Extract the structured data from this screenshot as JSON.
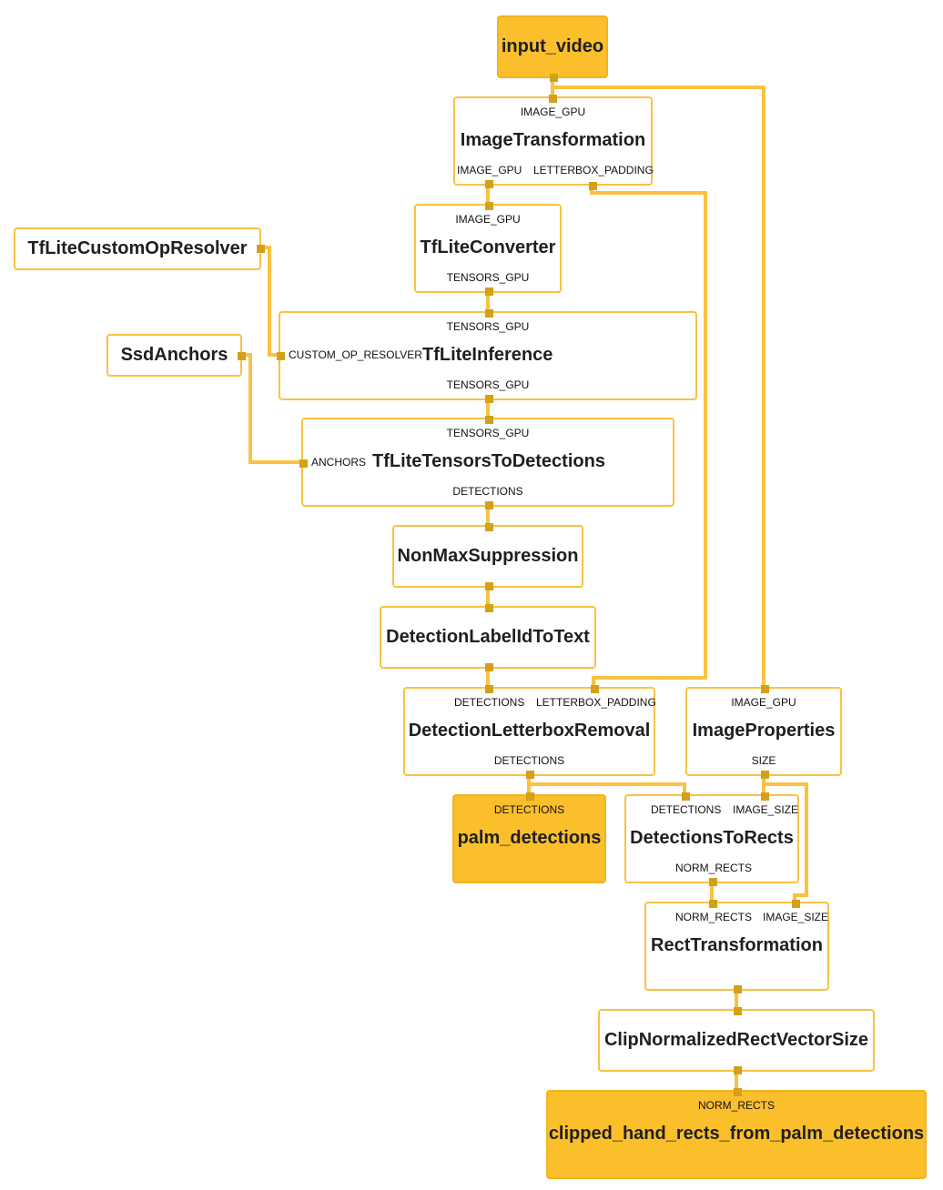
{
  "colors": {
    "edge": "#f9c242",
    "node_border": "#f9c242",
    "io_fill": "#fbbf2c",
    "port_dot": "#d4a017"
  },
  "nodes": {
    "input_video": {
      "title": "input_video"
    },
    "image_transformation": {
      "title": "ImageTransformation",
      "in_image_gpu": "IMAGE_GPU",
      "out_image_gpu": "IMAGE_GPU",
      "out_letterbox_padding": "LETTERBOX_PADDING"
    },
    "tflite_converter": {
      "title": "TfLiteConverter",
      "in_image_gpu": "IMAGE_GPU",
      "out_tensors_gpu": "TENSORS_GPU"
    },
    "tflite_custom_op_resolver": {
      "title": "TfLiteCustomOpResolver"
    },
    "tflite_inference": {
      "title": "TfLiteInference",
      "in_tensors_gpu": "TENSORS_GPU",
      "in_custom_op_resolver": "CUSTOM_OP_RESOLVER",
      "out_tensors_gpu": "TENSORS_GPU"
    },
    "ssd_anchors": {
      "title": "SsdAnchors"
    },
    "tflite_tensors_to_detections": {
      "title": "TfLiteTensorsToDetections",
      "in_tensors_gpu": "TENSORS_GPU",
      "in_anchors": "ANCHORS",
      "out_detections": "DETECTIONS"
    },
    "non_max_suppression": {
      "title": "NonMaxSuppression"
    },
    "detection_label_id_to_text": {
      "title": "DetectionLabelIdToText"
    },
    "detection_letterbox_removal": {
      "title": "DetectionLetterboxRemoval",
      "in_detections": "DETECTIONS",
      "in_letterbox_padding": "LETTERBOX_PADDING",
      "out_detections": "DETECTIONS"
    },
    "image_properties": {
      "title": "ImageProperties",
      "in_image_gpu": "IMAGE_GPU",
      "out_size": "SIZE"
    },
    "palm_detections": {
      "title": "palm_detections",
      "in_detections": "DETECTIONS"
    },
    "detections_to_rects": {
      "title": "DetectionsToRects",
      "in_detections": "DETECTIONS",
      "in_image_size": "IMAGE_SIZE",
      "out_norm_rects": "NORM_RECTS"
    },
    "rect_transformation": {
      "title": "RectTransformation",
      "in_norm_rects": "NORM_RECTS",
      "in_image_size": "IMAGE_SIZE"
    },
    "clip_normalized_rect_vector_size": {
      "title": "ClipNormalizedRectVectorSize"
    },
    "clipped_hand_rects": {
      "title": "clipped_hand_rects_from_palm_detections",
      "in_norm_rects": "NORM_RECTS"
    }
  }
}
